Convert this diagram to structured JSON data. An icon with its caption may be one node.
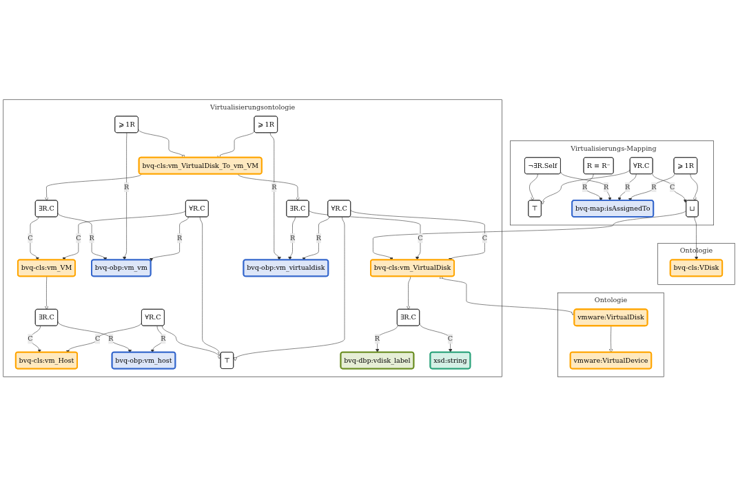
{
  "diagram": {
    "nodes": [
      {
        "text": [
          "Ontologie"
        ]
      },
      {
        "text": [
          "vmware:VirtualDevice"
        ],
        "in": 0
      },
      {
        "text": [
          "vmware:VirtualDisk"
        ],
        "in": 0
      },
      {
        "text": [
          "Ontologie"
        ]
      },
      {
        "text": [
          "bvq-cls:VDisk"
        ],
        "in": 3
      },
      {
        "text": [
          "Virtualisierungs-Mapping"
        ]
      },
      {
        "text": [
          "R ≡ R⁻"
        ],
        "in": 5
      },
      {
        "text": [
          "¬∃R.Self"
        ],
        "in": 5
      },
      {
        "text": [
          "⊤"
        ],
        "in": 5
      },
      {
        "text": [
          "bvq-map:isAssignedTo"
        ],
        "in": 5
      },
      {
        "text": [
          "∀R.C"
        ],
        "in": 5
      },
      {
        "text": [
          "⩾ 1R"
        ],
        "in": 5
      },
      {
        "text": [
          "⊔"
        ],
        "in": 5
      },
      {
        "text": [
          "Virtualisierungsontologie"
        ]
      },
      {
        "text": [
          "∃R.C"
        ],
        "in": 13
      },
      {
        "text": [
          "bvq-cls:vm_Host"
        ],
        "in": 13
      },
      {
        "text": [
          "bvq-obp:vm_host"
        ],
        "in": 13
      },
      {
        "text": [
          "bvq-cls:vm_VM"
        ],
        "in": 13
      },
      {
        "text": [
          "bvq-obp:vm_vm"
        ],
        "in": 13
      },
      {
        "text": [
          "∀R.C"
        ],
        "in": 13
      },
      {
        "text": [
          "∃R.C"
        ],
        "in": 13
      },
      {
        "text": [
          "⩾ 1R"
        ],
        "in": 13
      },
      {
        "text": [
          "⊤"
        ],
        "in": 13
      },
      {
        "text": [
          "bvq-cls:vm_VirtualDisk_To_vm_VM"
        ],
        "in": 13
      },
      {
        "text": [
          "⩾ 1R"
        ],
        "in": 13
      },
      {
        "text": [
          "∀R.C"
        ],
        "in": 13
      },
      {
        "text": [
          "bvq-cls:vm_VirtualDisk"
        ],
        "in": 13
      },
      {
        "text": [
          "∃R.C"
        ],
        "in": 13
      },
      {
        "text": [
          "bvq-obp:vm_virtualdisk"
        ],
        "in": 13
      },
      {
        "text": [
          "∃R.C"
        ],
        "in": 13
      },
      {
        "text": [
          "bvq-dbp:vdisk_label"
        ],
        "in": 13
      },
      {
        "text": [
          "xsd:string"
        ],
        "in": 13
      },
      {
        "text": [
          "∀R.C"
        ],
        "in": 13
      }
    ],
    "edges": [
      {
        "from": 2,
        "to": 1,
        "arrow": "to"
      },
      {
        "from": 6,
        "to": 9,
        "arrow": "to",
        "label": "R"
      },
      {
        "from": 7,
        "to": 9,
        "arrow": "to",
        "label": "R"
      },
      {
        "from": 7,
        "to": 8,
        "arrow": "to"
      },
      {
        "from": 10,
        "to": 8,
        "arrow": "to"
      },
      {
        "from": 10,
        "to": 9,
        "arrow": "to",
        "label": "R"
      },
      {
        "from": 10,
        "to": 12,
        "arrow": "to",
        "label": "C"
      },
      {
        "from": 11,
        "to": 9,
        "arrow": "to",
        "label": "R"
      },
      {
        "from": 11,
        "to": 12,
        "arrow": "to"
      },
      {
        "from": 12,
        "to": 4,
        "arrow": "to"
      },
      {
        "from": 12,
        "to": 26,
        "arrow": "to"
      },
      {
        "from": 26,
        "to": 2,
        "arrow": "both"
      },
      {
        "from": 14,
        "to": 16,
        "arrow": "to",
        "label": "R"
      },
      {
        "from": 14,
        "to": 15,
        "arrow": "to",
        "label": "C"
      },
      {
        "from": 17,
        "to": 14,
        "arrow": "to"
      },
      {
        "from": 20,
        "to": 17,
        "arrow": "to",
        "label": "C"
      },
      {
        "from": 20,
        "to": 18,
        "arrow": "to",
        "label": "R"
      },
      {
        "from": 21,
        "to": 18,
        "arrow": "to",
        "label": "R"
      },
      {
        "from": 21,
        "to": 23,
        "arrow": "to"
      },
      {
        "from": 19,
        "to": 16,
        "arrow": "to",
        "label": "R"
      },
      {
        "from": 19,
        "to": 15,
        "arrow": "to",
        "label": "C"
      },
      {
        "from": 19,
        "to": 22,
        "arrow": "to"
      },
      {
        "from": 25,
        "to": 17,
        "arrow": "to",
        "label": "C"
      },
      {
        "from": 25,
        "to": 18,
        "arrow": "to",
        "label": "R"
      },
      {
        "from": 25,
        "to": 22,
        "arrow": "to"
      },
      {
        "from": 23,
        "to": 20,
        "arrow": "to"
      },
      {
        "from": 24,
        "to": 23,
        "arrow": "to"
      },
      {
        "from": 24,
        "to": 28,
        "arrow": "to",
        "label": "R"
      },
      {
        "from": 23,
        "to": 27,
        "arrow": "to"
      },
      {
        "from": 27,
        "to": 26,
        "arrow": "to",
        "label": "C"
      },
      {
        "from": 27,
        "to": 28,
        "arrow": "to",
        "label": "R"
      },
      {
        "from": 26,
        "to": 29,
        "arrow": "to"
      },
      {
        "from": 29,
        "to": 30,
        "arrow": "to",
        "label": "R"
      },
      {
        "from": 29,
        "to": 31,
        "arrow": "to",
        "label": "C"
      },
      {
        "from": 32,
        "to": 26,
        "arrow": "to",
        "label": "C"
      },
      {
        "from": 32,
        "to": 28,
        "arrow": "to",
        "label": "R"
      },
      {
        "from": 32,
        "to": 22,
        "arrow": "to"
      }
    ]
  }
}
